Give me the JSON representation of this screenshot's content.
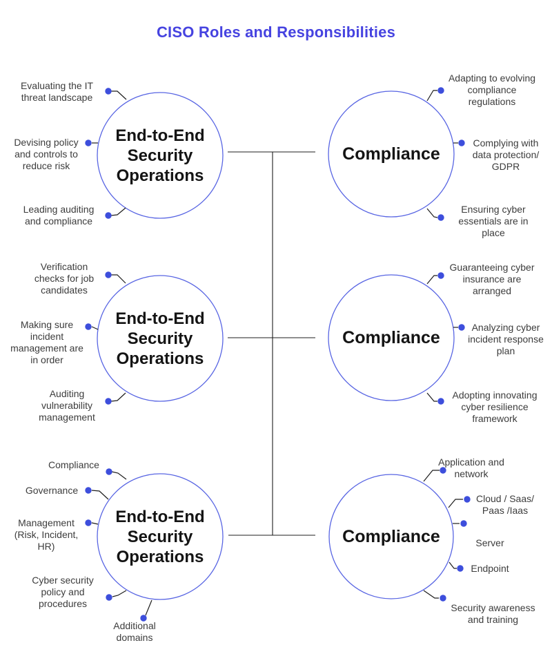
{
  "title": "CISO Roles and Responsibilities",
  "colors": {
    "title-color": "#4643e0",
    "stroke-color": "#5865e3",
    "dot-color": "#3d4edc",
    "line-color": "#1c1c1c",
    "label-color": "#3c3c3c",
    "ink-color": "#141414"
  },
  "rows": [
    {
      "left": {
        "circle": "End-to-End\nSecurity\nOperations",
        "items": [
          "Evaluating the IT\nthreat landscape",
          "Devising policy\nand controls to\nreduce risk",
          "Leading auditing\nand compliance"
        ]
      },
      "right": {
        "circle": "Compliance",
        "items": [
          "Adapting to evolving\ncompliance\nregulations",
          "Complying with\ndata protection/\nGDPR",
          "Ensuring cyber\nessentials are in\nplace"
        ]
      }
    },
    {
      "left": {
        "circle": "End-to-End\nSecurity\nOperations",
        "items": [
          "Verification\nchecks for job\ncandidates",
          "Making sure\nincident\nmanagement are\nin order",
          "Auditing\nvulnerability\nmanagement"
        ]
      },
      "right": {
        "circle": "Compliance",
        "items": [
          "Guaranteeing cyber\ninsurance are\narranged",
          "Analyzing cyber\nincident response\nplan",
          "Adopting innovating\ncyber resilience\nframework"
        ]
      }
    },
    {
      "left": {
        "circle": "End-to-End\nSecurity\nOperations",
        "items": [
          "Compliance",
          "Governance",
          "Management\n(Risk, Incident,\nHR)",
          "Cyber security\npolicy and\nprocedures",
          "Additional\ndomains"
        ]
      },
      "right": {
        "circle": "Compliance",
        "items": [
          "Application and\nnetwork",
          "Cloud / Saas/\nPaas /Iaas",
          "Server",
          "Endpoint",
          "Security awareness\nand training"
        ]
      }
    }
  ]
}
